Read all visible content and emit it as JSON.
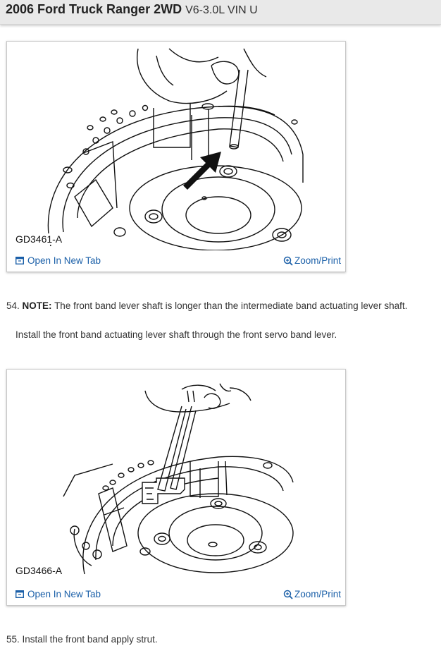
{
  "header": {
    "title": "2006 Ford Truck Ranger 2WD",
    "subtitle": "V6-3.0L VIN U"
  },
  "figures": [
    {
      "code": "GD3461-A",
      "open_label": "Open In New Tab",
      "zoom_label": "Zoom/Print"
    },
    {
      "code": "GD3466-A",
      "open_label": "Open In New Tab",
      "zoom_label": "Zoom/Print"
    }
  ],
  "steps": [
    {
      "number": "54.",
      "note_label": "NOTE:",
      "note_text": "The front band lever shaft is longer than the intermediate band actuating lever shaft.",
      "instruction": "Install the front band actuating lever shaft through the front servo band lever."
    },
    {
      "number": "55.",
      "text": "Install the front band apply strut."
    }
  ],
  "colors": {
    "link": "#1a5fa8",
    "header_bg": "#e9e9e9"
  }
}
